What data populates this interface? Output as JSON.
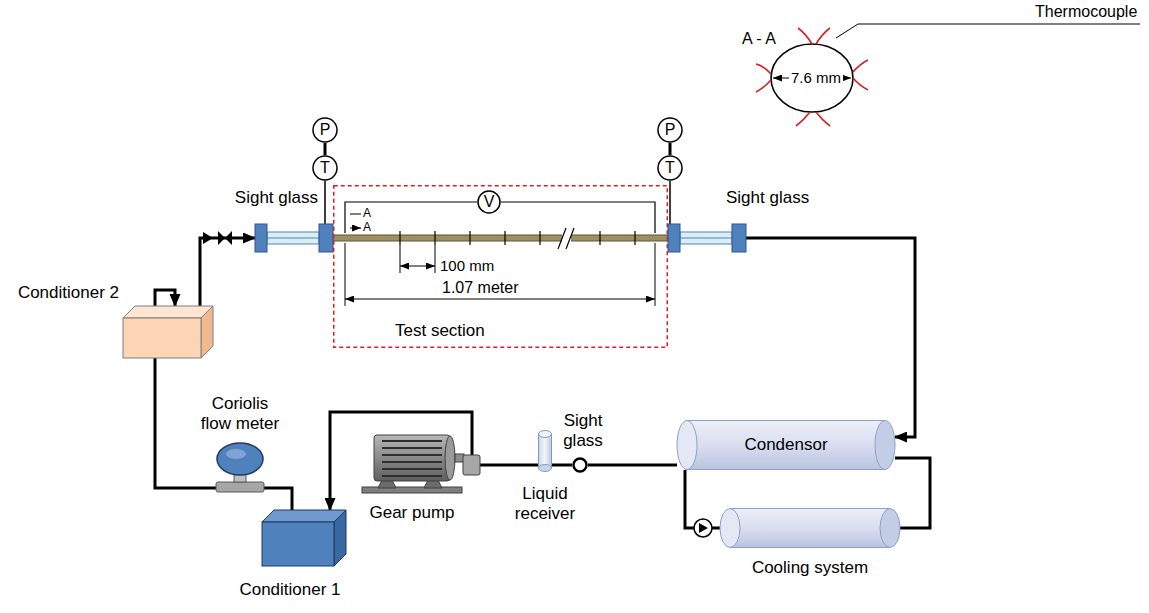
{
  "diagram": {
    "nodes": [
      {
        "text": [
          "P"
        ]
      },
      {
        "text": [
          "T"
        ]
      },
      {
        "text": [
          "P"
        ]
      },
      {
        "text": [
          "T"
        ]
      },
      {
        "text": [
          "Sight glass"
        ]
      },
      {
        "text": [
          "Test section"
        ]
      },
      {
        "text": [
          "V"
        ],
        "in": 5
      },
      {
        "text": [
          "Sight glass"
        ]
      },
      {
        "text": [
          "Conditioner 2"
        ]
      },
      {
        "text": [
          "Coriolis flow meter"
        ]
      },
      {
        "text": [
          "Condensor"
        ]
      },
      {
        "text": [
          "Gear pump"
        ]
      },
      {
        "text": [
          "Liquid receiver"
        ]
      },
      {
        "text": [
          "Sight glass"
        ]
      },
      {
        "text": [
          "Cooling system"
        ]
      },
      {
        "text": [
          "Conditioner 1"
        ]
      }
    ],
    "edges": [
      {
        "from": 0,
        "to": 1,
        "arrow": "none"
      },
      {
        "from": 2,
        "to": 3,
        "arrow": "none"
      },
      {
        "from": 8,
        "to": 4,
        "arrow": "to"
      },
      {
        "from": 7,
        "to": 10,
        "arrow": "to"
      },
      {
        "from": 10,
        "to": 13,
        "arrow": "none"
      },
      {
        "from": 13,
        "to": 12,
        "arrow": "none"
      },
      {
        "from": 12,
        "to": 11,
        "arrow": "none"
      },
      {
        "from": 11,
        "to": 15,
        "arrow": "to"
      },
      {
        "from": 15,
        "to": 9,
        "arrow": "none"
      },
      {
        "from": 9,
        "to": 8,
        "arrow": "to"
      },
      {
        "from": 10,
        "to": 14,
        "arrow": "none"
      },
      {
        "from": 10,
        "to": 14,
        "arrow": "none"
      }
    ],
    "labels": [
      "A - A",
      "Thermocouple",
      "7.6 mm",
      "A",
      "A",
      "100 mm",
      "1.07 meter"
    ]
  }
}
